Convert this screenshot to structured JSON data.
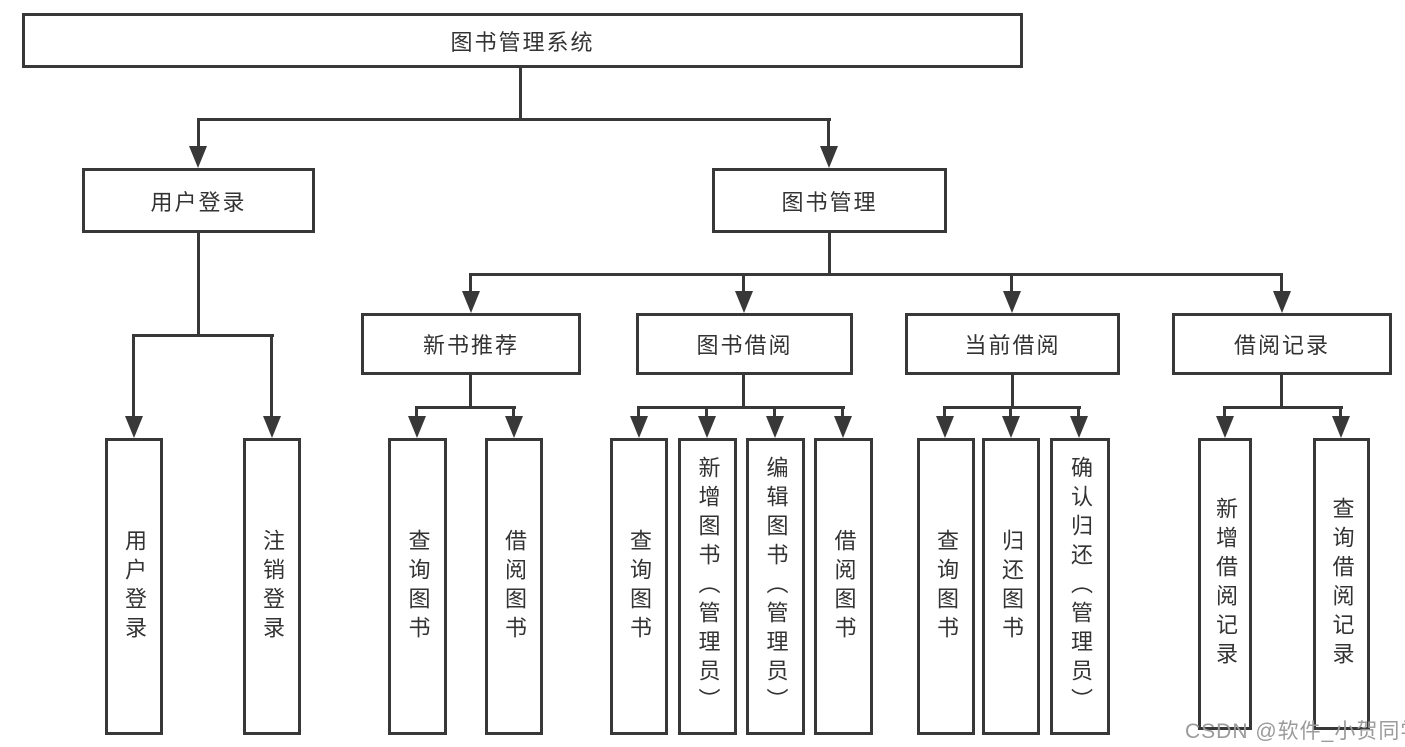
{
  "tree": {
    "root": {
      "label": "图书管理系统"
    },
    "branches": [
      {
        "label": "用户登录",
        "leaves": [
          {
            "label": "用户登录"
          },
          {
            "label": "注销登录"
          }
        ]
      },
      {
        "label": "图书管理",
        "children": [
          {
            "label": "新书推荐",
            "leaves": [
              {
                "label": "查询图书"
              },
              {
                "label": "借阅图书"
              }
            ]
          },
          {
            "label": "图书借阅",
            "leaves": [
              {
                "label": "查询图书"
              },
              {
                "label": "新增图书（管理员）"
              },
              {
                "label": "编辑图书（管理员）"
              },
              {
                "label": "借阅图书"
              }
            ]
          },
          {
            "label": "当前借阅",
            "leaves": [
              {
                "label": "查询图书"
              },
              {
                "label": "归还图书"
              },
              {
                "label": "确认归还（管理员）"
              }
            ]
          },
          {
            "label": "借阅记录",
            "leaves": [
              {
                "label": "新增借阅记录"
              },
              {
                "label": "查询借阅记录"
              }
            ]
          }
        ]
      }
    ]
  },
  "watermark": {
    "text": "CSDN @软件_小贺同学"
  },
  "colors": {
    "line": "#383838",
    "box_border": "#383838",
    "text": "#333333",
    "watermark": "#9b9b9b",
    "background": "#ffffff"
  }
}
